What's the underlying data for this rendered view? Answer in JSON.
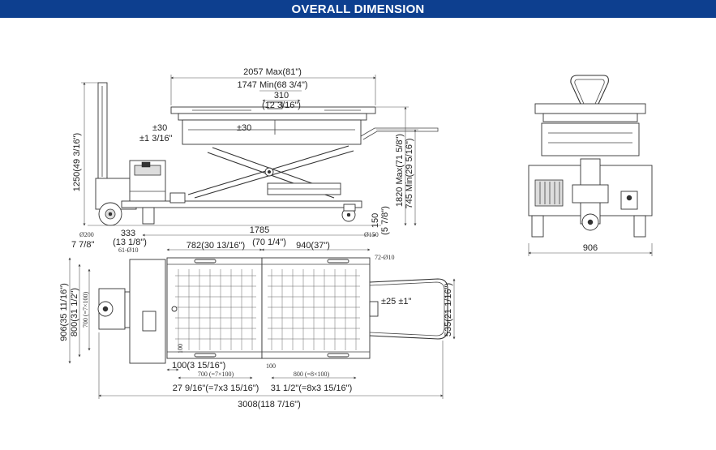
{
  "header": {
    "title": "OVERALL DIMENSION",
    "bg_color": "#0d3f8f",
    "text_color": "#ffffff"
  },
  "side_view": {
    "max_length": "2057 Max(81\")",
    "min_length": "1747 Min(68 3/4\")",
    "slide": "310",
    "slide_in": "(12 3/16\")",
    "tilt_left": "±30",
    "tilt_left_in": "±1 3/16\"",
    "tilt_mid": "±30",
    "height_handle": "1250(49 3/16\")",
    "height_max": "1820 Max(71 5/8\")",
    "height_min": "745 Min(29 5/16\")",
    "wheel_front": "Ø200",
    "wheel_front_in": "7 7/8\"",
    "wheel_rear": "Ø150",
    "rear_height": "150",
    "rear_height_in": "(5 7/8\")",
    "base_length": "1785",
    "base_length_in": "(70 1/4\")",
    "offset": "333",
    "offset_in": "(13 1/8\")"
  },
  "end_view": {
    "width": "906"
  },
  "top_view": {
    "left_platform": "782(30 13/16\")",
    "right_platform": "940(37\")",
    "hole_left": "61-Ø10",
    "hole_right": "72-Ø10",
    "width_total": "906(35 11/16\")",
    "width_platform": "800(31 1/2\")",
    "grid_pitch_v": "700 (=7×100)",
    "pitch_100": "100",
    "handle_width": "535(21 1/16\")",
    "pin_adjust": "±25 ±1\"",
    "gap": "100(3 15/16\")",
    "grid_left": "700 (=7×100)",
    "grid_left_in": "27 9/16\"(=7x3 15/16\")",
    "grid_right": "800 (=8×100)",
    "grid_right_in": "31 1/2\"(=8x3 15/16\")",
    "gap_mid": "100",
    "overall": "3008(118 7/16\")"
  }
}
